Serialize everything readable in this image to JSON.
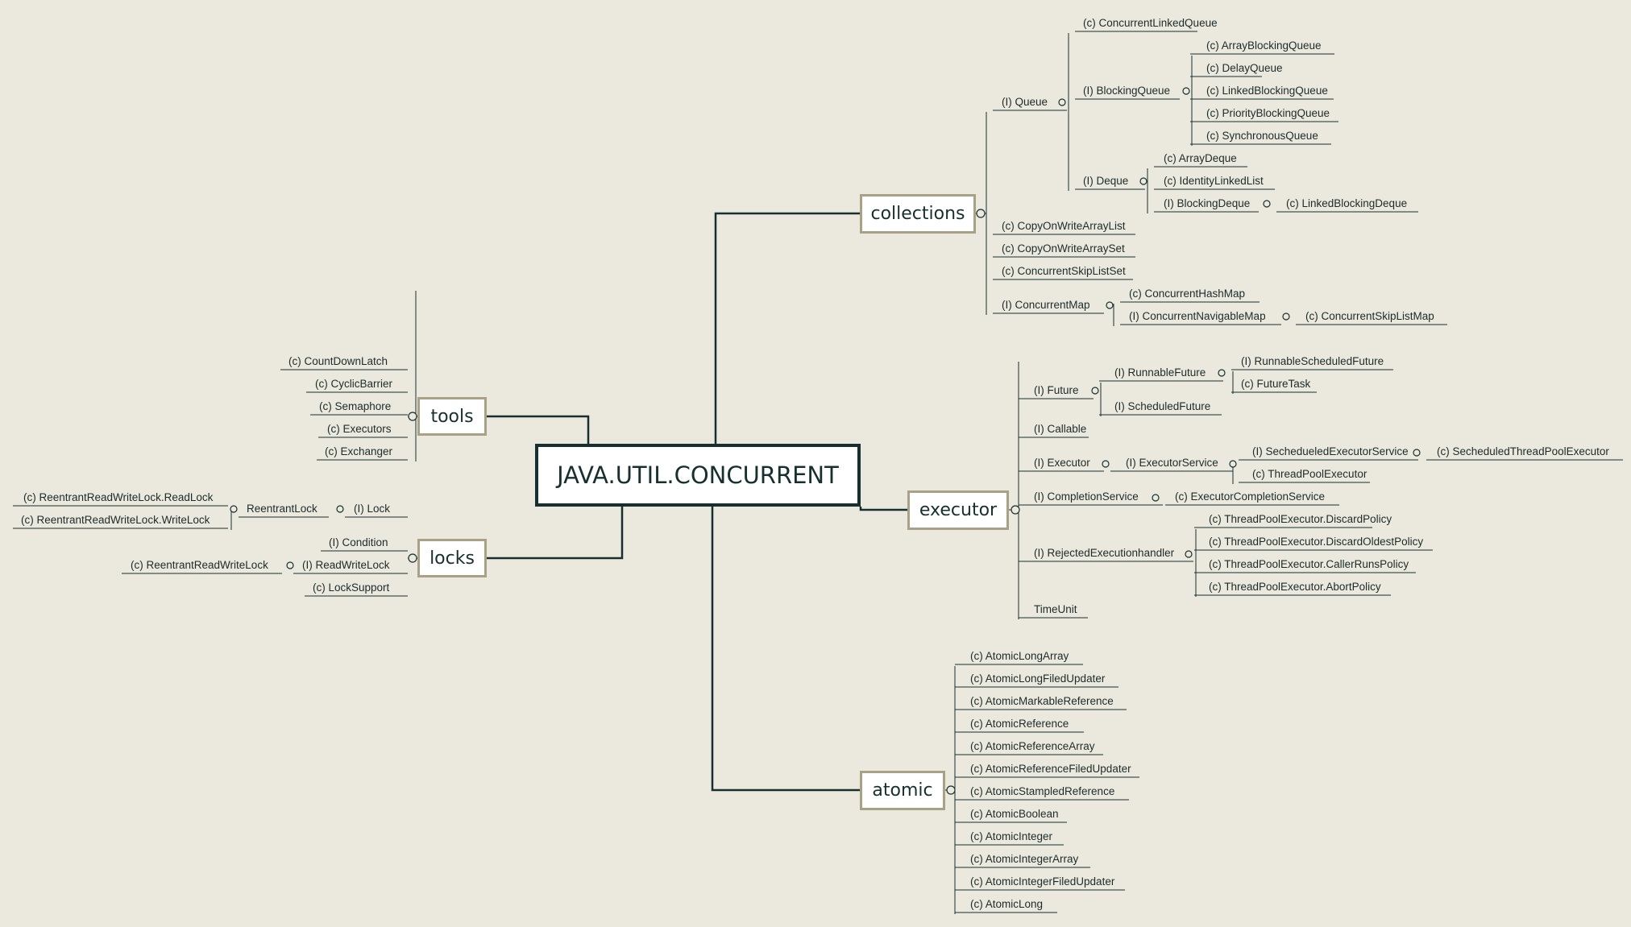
{
  "root": "JAVA.UTIL.CONCURRENT",
  "branches": {
    "collections": "collections",
    "tools": "tools",
    "locks": "locks",
    "executor": "executor",
    "atomic": "atomic"
  },
  "collections": {
    "queue": "(I) Queue",
    "concurrent_linked_queue": "(c) ConcurrentLinkedQueue",
    "blocking_queue": "(I) BlockingQueue",
    "array_blocking_queue": "(c) ArrayBlockingQueue",
    "delay_queue": "(c) DelayQueue",
    "linked_blocking_queue": "(c) LinkedBlockingQueue",
    "priority_blocking_queue": "(c) PriorityBlockingQueue",
    "synchronous_queue": "(c) SynchronousQueue",
    "deque": "(I) Deque",
    "array_deque": "(c) ArrayDeque",
    "identity_linked_list": "(c) IdentityLinkedList",
    "blocking_deque": "(I) BlockingDeque",
    "linked_blocking_deque": "(c) LinkedBlockingDeque",
    "copy_on_write_array_list": "(c) CopyOnWriteArrayList",
    "copy_on_write_array_set": "(c) CopyOnWriteArraySet",
    "concurrent_skip_list_set": "(c) ConcurrentSkipListSet",
    "concurrent_map": "(I) ConcurrentMap",
    "concurrent_hash_map": "(c) ConcurrentHashMap",
    "concurrent_navigable_map": "(I) ConcurrentNavigableMap",
    "concurrent_skip_list_map": "(c) ConcurrentSkipListMap"
  },
  "tools": {
    "count_down_latch": "(c) CountDownLatch",
    "cyclic_barrier": "(c) CyclicBarrier",
    "semaphore": "(c) Semaphore",
    "executors": "(c) Executors",
    "exchanger": "(c) Exchanger"
  },
  "locks": {
    "read_lock": "(c) ReentrantReadWriteLock.ReadLock",
    "write_lock": "(c) ReentrantReadWriteLock.WriteLock",
    "reentrant_lock": "ReentrantLock",
    "lock": "(I) Lock",
    "condition": "(I) Condition",
    "reentrant_read_write_lock": "(c) ReentrantReadWriteLock",
    "read_write_lock": "(I) ReadWriteLock",
    "lock_support": "(c) LockSupport"
  },
  "executor": {
    "future": "(I) Future",
    "runnable_future": "(I) RunnableFuture",
    "runnable_scheduled_future": "(I) RunnableScheduledFuture",
    "future_task": "(c) FutureTask",
    "scheduled_future": "(I) ScheduledFuture",
    "callable": "(I) Callable",
    "executor_iface": "(I) Executor",
    "executor_service": "(I) ExecutorService",
    "scheduled_executor_service": "(I) SechedueledExecutorService",
    "scheduled_thread_pool_executor": "(c) SecheduledThreadPoolExecutor",
    "thread_pool_executor": "(c) ThreadPoolExecutor",
    "completion_service": "(I) CompletionService",
    "executor_completion_service": "(c) ExecutorCompletionService",
    "rejected_execution_handler": "(I) RejectedExecutionhandler",
    "discard_policy": "(c) ThreadPoolExecutor.DiscardPolicy",
    "discard_oldest_policy": "(c) ThreadPoolExecutor.DiscardOldestPolicy",
    "caller_runs_policy": "(c) ThreadPoolExecutor.CallerRunsPolicy",
    "abort_policy": "(c) ThreadPoolExecutor.AbortPolicy",
    "time_unit": "TimeUnit"
  },
  "atomic": [
    "(c) AtomicLongArray",
    "(c) AtomicLongFiledUpdater",
    "(c) AtomicMarkableReference",
    "(c) AtomicReference",
    "(c) AtomicReferenceArray",
    "(c) AtomicReferenceFiledUpdater",
    "(c) AtomicStampledReference",
    "(c) AtomicBoolean",
    "(c) AtomicInteger",
    "(c) AtomicIntegerArray",
    "(c) AtomicIntegerFiledUpdater",
    "(c) AtomicLong"
  ],
  "colors": {
    "background": "#ebe9de",
    "line": "#17302f",
    "box_border": "#a8a186",
    "text": "#1c2b2a"
  }
}
